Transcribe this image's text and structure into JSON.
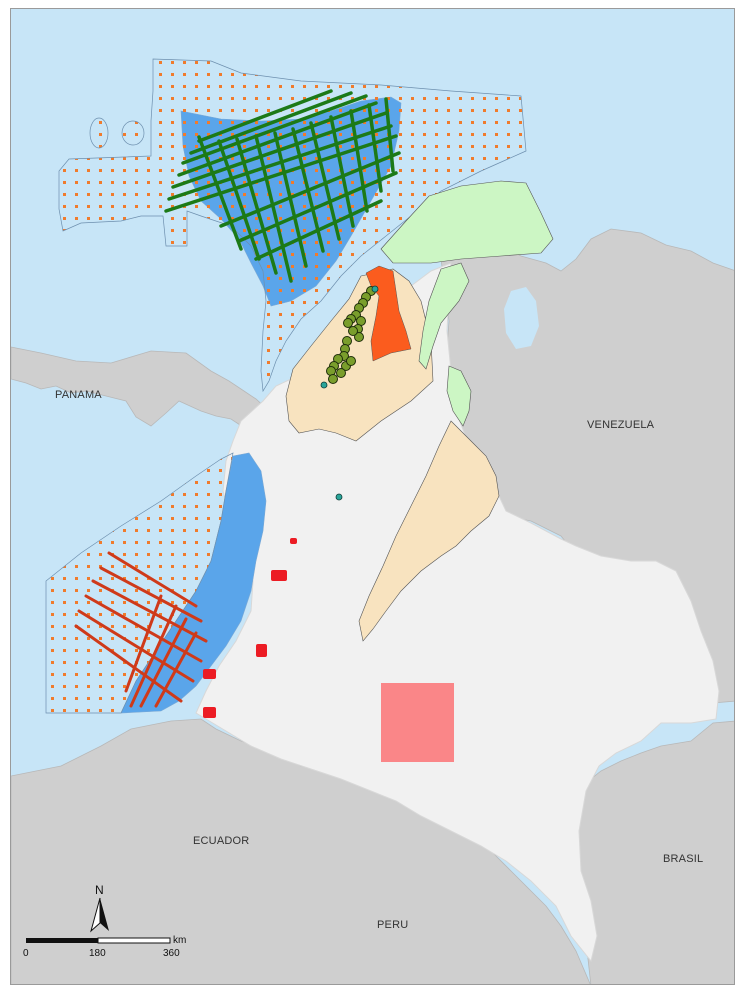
{
  "colors": {
    "sea": "#c7e5f7",
    "neighbor_land": "#cfcfcf",
    "colombia_land": "#f1f1f1",
    "blue_block": "#5aa5ea",
    "dot_pattern": "#f07b2c",
    "tan_basin": "#f8e3bf",
    "light_green_basin": "#ccf6c4",
    "orange_block": "#fb5c1e",
    "green_seismic": "#1c7a17",
    "red_seismic": "#cf3a1a",
    "green_wells": "#7a9e2c",
    "cyan_wells": "#2aa59a",
    "red_blocks": "#ec1c24",
    "pink_block": "#fa8688"
  },
  "labels": {
    "panama": "PANAMA",
    "venezuela": "VENEZUELA",
    "ecuador": "ECUADOR",
    "peru": "PERU",
    "brasil": "BRASIL"
  },
  "north_arrow": {
    "label": "N",
    "icon": "north-arrow-icon"
  },
  "scale_bar": {
    "unit": "km",
    "ticks": [
      "0",
      "180",
      "360"
    ]
  }
}
